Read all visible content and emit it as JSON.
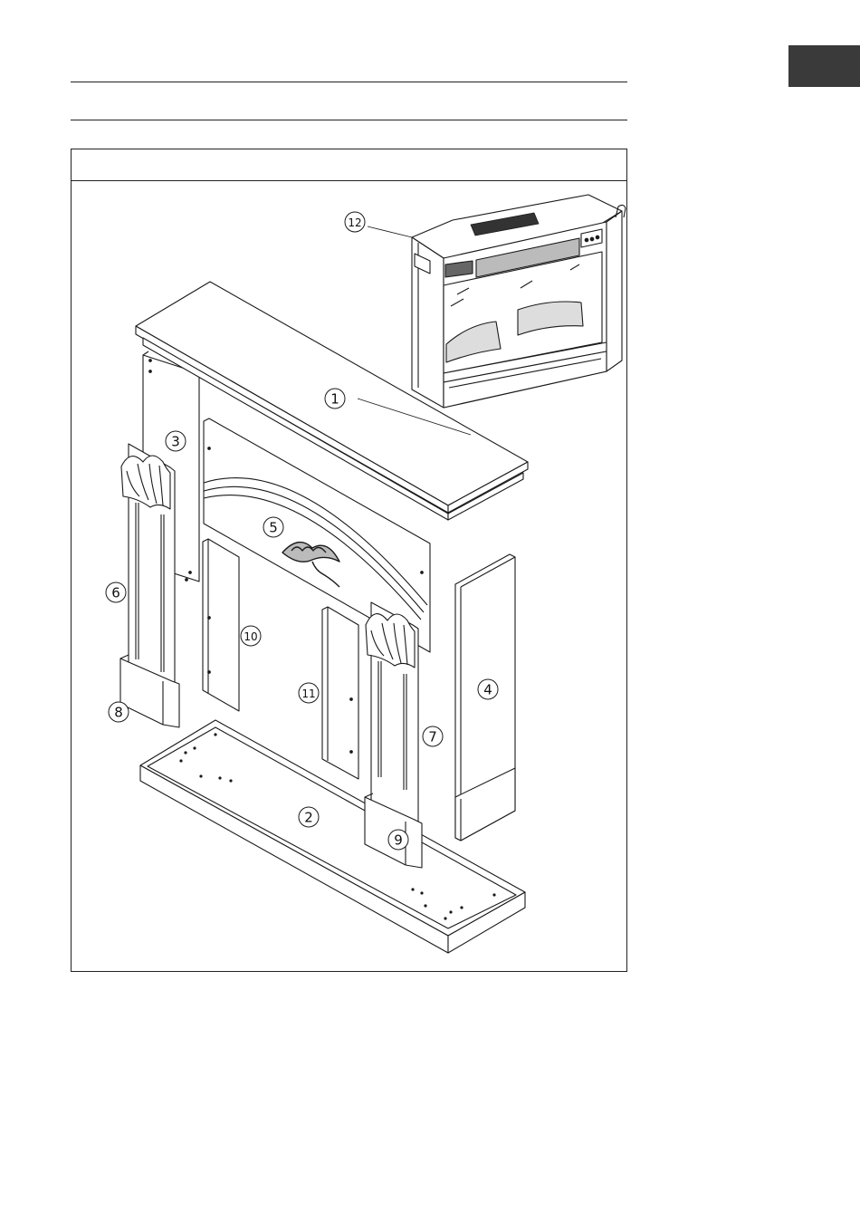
{
  "parts": [
    {
      "id": "part-1",
      "label": "1"
    },
    {
      "id": "part-2",
      "label": "2"
    },
    {
      "id": "part-3",
      "label": "3"
    },
    {
      "id": "part-4",
      "label": "4"
    },
    {
      "id": "part-5",
      "label": "5"
    },
    {
      "id": "part-6",
      "label": "6"
    },
    {
      "id": "part-7",
      "label": "7"
    },
    {
      "id": "part-8",
      "label": "8"
    },
    {
      "id": "part-9",
      "label": "9"
    },
    {
      "id": "part-10",
      "label": "10"
    },
    {
      "id": "part-11",
      "label": "11"
    },
    {
      "id": "part-12",
      "label": "12"
    }
  ],
  "colors": {
    "rule": "#222222",
    "tab": "#3a3a3a",
    "line": "#1a1a1a"
  }
}
